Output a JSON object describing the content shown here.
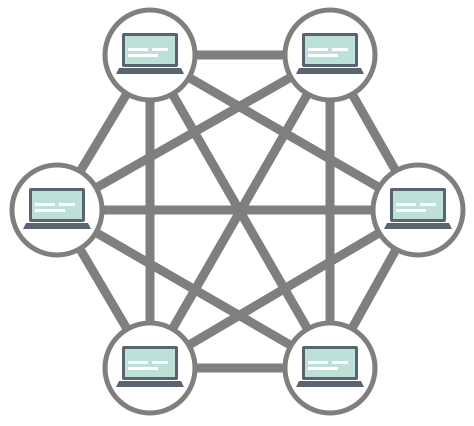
{
  "diagram": {
    "type": "full-mesh-network",
    "node_icon": "laptop-icon",
    "nodes": [
      {
        "id": "top-left"
      },
      {
        "id": "top-right"
      },
      {
        "id": "right"
      },
      {
        "id": "bottom-right"
      },
      {
        "id": "bottom-left"
      },
      {
        "id": "left"
      }
    ],
    "edges": [
      [
        "top-left",
        "top-right"
      ],
      [
        "top-left",
        "right"
      ],
      [
        "top-left",
        "bottom-right"
      ],
      [
        "top-left",
        "bottom-left"
      ],
      [
        "top-left",
        "left"
      ],
      [
        "top-right",
        "right"
      ],
      [
        "top-right",
        "bottom-right"
      ],
      [
        "top-right",
        "bottom-left"
      ],
      [
        "top-right",
        "left"
      ],
      [
        "right",
        "bottom-right"
      ],
      [
        "right",
        "bottom-left"
      ],
      [
        "right",
        "left"
      ],
      [
        "bottom-right",
        "bottom-left"
      ],
      [
        "bottom-right",
        "left"
      ],
      [
        "bottom-left",
        "left"
      ]
    ],
    "colors": {
      "link": "#7f7f7f",
      "node_border": "#7f7f7f",
      "node_fill": "#ffffff",
      "laptop_body": "#5a6470",
      "screen_bg": "#bde0d9",
      "screen_frame": "#5a6470",
      "screen_bar": "#ffffff"
    }
  }
}
